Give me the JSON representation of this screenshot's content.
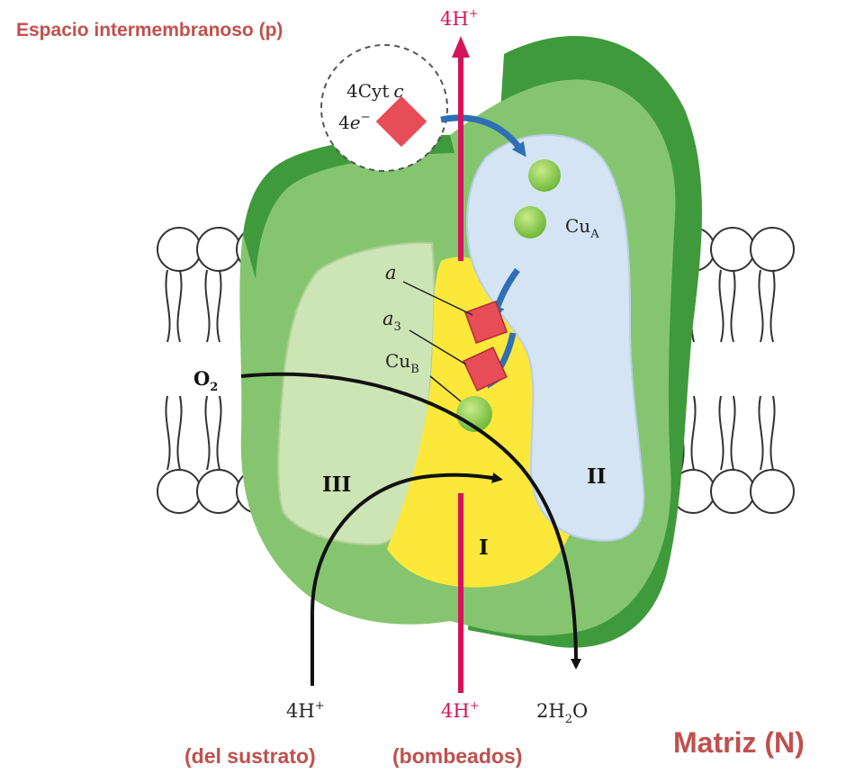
{
  "labels": {
    "ims_title": "Espacio intermembranoso (p)",
    "matrix_title": "Matriz (N)",
    "top_proton": "4H",
    "top_proton_sup": "+",
    "cyt_c": "4Cyt",
    "cyt_c_italic": "c",
    "electrons": "4",
    "electrons_e": "e",
    "electrons_sup": "−",
    "cu_a": "Cu",
    "cu_a_sub": "A",
    "heme_a": "a",
    "heme_a3": "a",
    "heme_a3_sub": "3",
    "cu_b": "Cu",
    "cu_b_sub": "B",
    "oxygen": "O",
    "oxygen_sub": "2",
    "subunit_1": "I",
    "subunit_2": "II",
    "subunit_3": "III",
    "substrate_protons": "4H",
    "substrate_protons_sup": "+",
    "pumped_protons": "4H",
    "pumped_protons_sup": "+",
    "water": "2H",
    "water_sub": "2",
    "water_o": "O",
    "substrate_caption": "(del sustrato)",
    "pumped_caption": "(bombeados)"
  },
  "colors": {
    "brand_red": "#c0504d",
    "proton_arrow": "#d4145a",
    "protein_dark": "#3f9a3c",
    "protein_main": "#86c56f",
    "subunit_light": "#cde4b5",
    "subunit_I": "#fbe83b",
    "subunit_II": "#d4e4f3",
    "heme": "#e64d57",
    "copper": "#8fcf49",
    "electron_arrow": "#2e6fb5"
  }
}
